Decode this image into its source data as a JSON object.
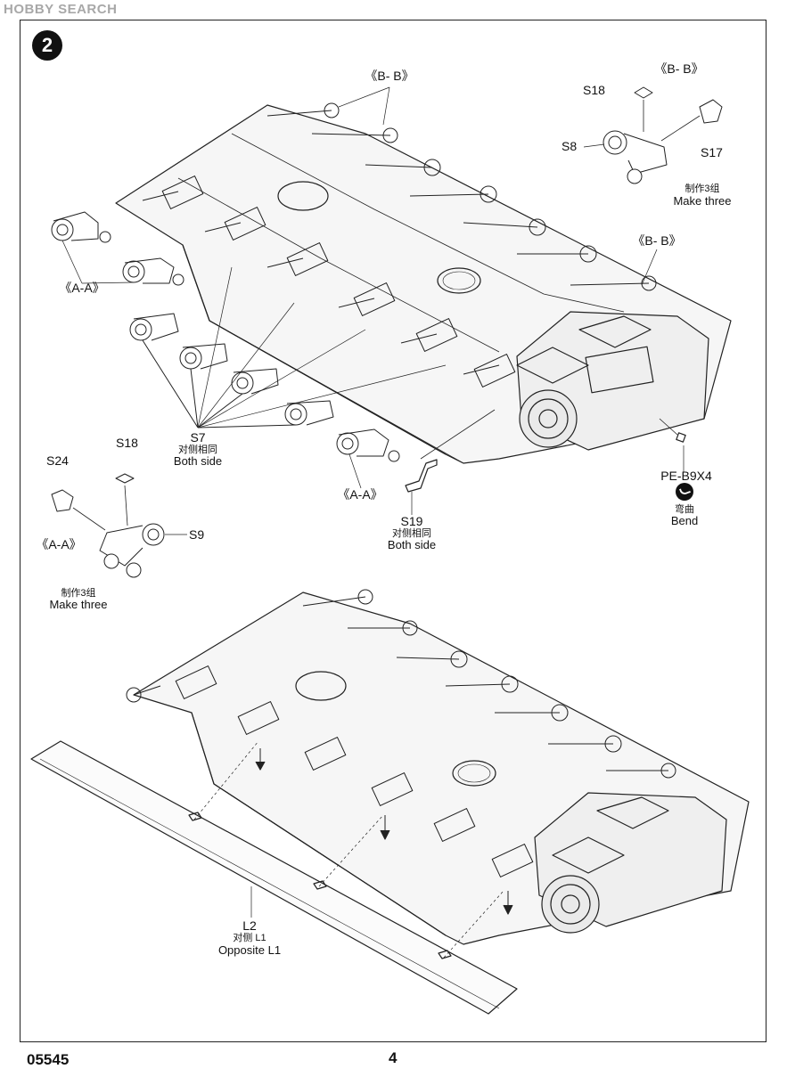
{
  "watermark": "HOBBY SEARCH",
  "step": {
    "number": "2"
  },
  "labels": {
    "bb_top": "《B- B》",
    "bb_upper_right": "《B- B》",
    "bb_right": "《B- B》",
    "s18_top": "S18",
    "s8": "S8",
    "s17": "S17",
    "make_three_cn_1": "制作3组",
    "make_three_en_1": "Make three",
    "aa_left": "《A-A》",
    "s7": "S7",
    "s7_cn": "对侧相同",
    "s7_en": "Both side",
    "s18_left": "S18",
    "s24": "S24",
    "aa_small": "《A-A》",
    "s9": "S9",
    "make_three_cn_2": "制作3组",
    "make_three_en_2": "Make three",
    "aa_mid": "《A-A》",
    "s19": "S19",
    "s19_cn": "对侧相同",
    "s19_en": "Both side",
    "pe": "PE-B9X4",
    "bend_cn": "弯曲",
    "bend_en": "Bend",
    "l2": "L2",
    "l2_cn": "对侧  L1",
    "l2_en": "Opposite L1"
  },
  "icons": [
    "bend-icon"
  ],
  "footer": {
    "code": "05545",
    "page": "4"
  }
}
